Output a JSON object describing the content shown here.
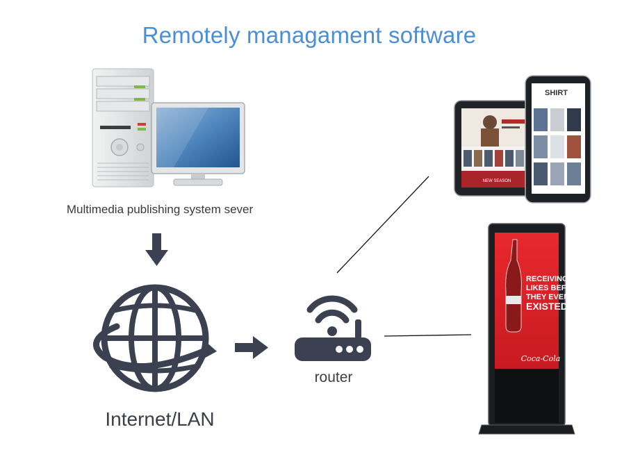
{
  "title": "Remotely managament software",
  "server": {
    "label": "Multimedia publishing system sever"
  },
  "network": {
    "label": "Internet/LAN"
  },
  "router": {
    "label": "router"
  },
  "kiosk": {
    "headline": [
      "RECEIVING",
      "LIKES BEFORE",
      "THEY EVEN",
      "EXISTED"
    ],
    "brand": "Coca-Cola"
  },
  "tablets": {
    "portrait_heading": "SHIRT",
    "landscape_banner": "NEW SEASON"
  },
  "colors": {
    "title": "#4a8fd6",
    "icon_dark": "#3b4150",
    "kiosk_red": "#e1262c"
  }
}
